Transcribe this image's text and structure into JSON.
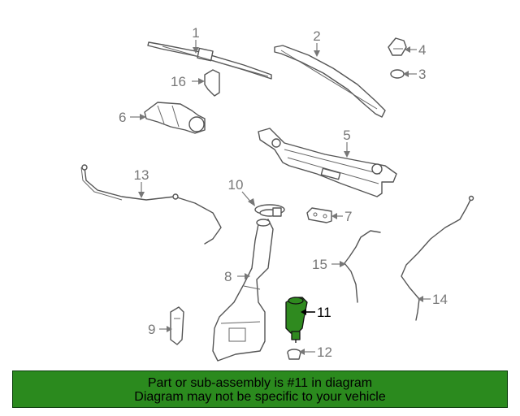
{
  "callouts": [
    {
      "id": "1",
      "label": "1"
    },
    {
      "id": "2",
      "label": "2"
    },
    {
      "id": "3",
      "label": "3"
    },
    {
      "id": "4",
      "label": "4"
    },
    {
      "id": "5",
      "label": "5"
    },
    {
      "id": "6",
      "label": "6"
    },
    {
      "id": "7",
      "label": "7"
    },
    {
      "id": "8",
      "label": "8"
    },
    {
      "id": "9",
      "label": "9"
    },
    {
      "id": "10",
      "label": "10"
    },
    {
      "id": "11",
      "label": "11"
    },
    {
      "id": "12",
      "label": "12"
    },
    {
      "id": "13",
      "label": "13"
    },
    {
      "id": "14",
      "label": "14"
    },
    {
      "id": "15",
      "label": "15"
    },
    {
      "id": "16",
      "label": "16"
    }
  ],
  "highlighted_part": "11",
  "banner": {
    "line1": "Part or sub-assembly is #11 in diagram",
    "line2": "Diagram may not be specific to your vehicle"
  },
  "colors": {
    "banner_bg": "#2b8a1e",
    "highlight": "#2f8a1f",
    "line_art": "#555555",
    "callout_text": "#777777"
  }
}
